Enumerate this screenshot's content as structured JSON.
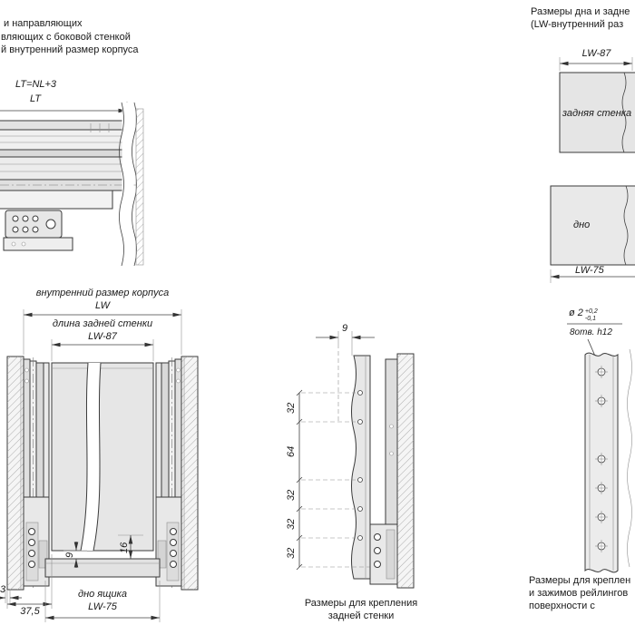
{
  "colors": {
    "line": "#3a3a3a",
    "panel_fill": "#e7e7e7",
    "hatch": "#9a9a9a"
  },
  "top_left_notes": {
    "line1": "и направляющих",
    "line2": "вляющих с боковой стенкой",
    "line3": "й внутренний размер корпуса"
  },
  "side_view": {
    "formula": "LT=NL+3",
    "dim_lt": "LT"
  },
  "panels_view": {
    "title_line1": "Размеры дна и задне",
    "title_line2": "(LW-внутренний раз",
    "dim_back_width": "LW-87",
    "back_panel_label": "задняя стенка",
    "bottom_panel_label": "дно",
    "dim_bottom_width": "LW-75"
  },
  "front_view": {
    "caption_inner": "внутренний размер корпуса",
    "dim_lw": "LW",
    "caption_back_len": "длина задней стенки",
    "dim_lw87": "LW-87",
    "dim_9": "9",
    "dim_16": "16",
    "dim_3": "3",
    "dim_37_5": "37,5",
    "bottom_label": "дно ящика",
    "dim_lw75": "LW-75"
  },
  "rear_view": {
    "dim_9": "9",
    "dim_chain": [
      "32",
      "64",
      "32",
      "32",
      "32"
    ],
    "caption_line1": "Размеры для крепления",
    "caption_line2": "задней стенки"
  },
  "holes_view": {
    "dia": "ø 2",
    "tol_plus": "+0,2",
    "tol_minus": "-0,1",
    "note": "8отв. h12",
    "caption_line1": "Размеры для креплен",
    "caption_line2": "и зажимов рейлингов",
    "caption_line3": "поверхности с"
  }
}
